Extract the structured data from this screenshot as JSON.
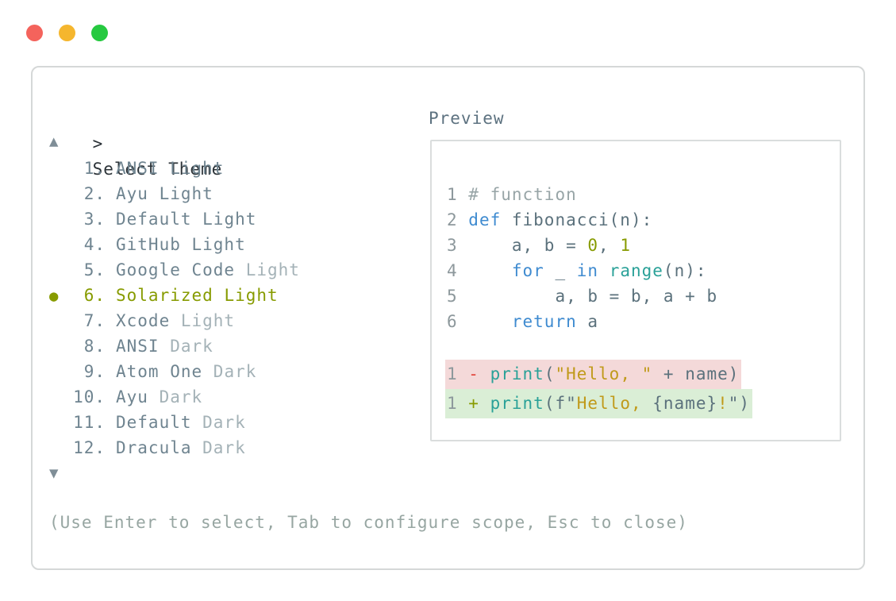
{
  "window": {
    "controls": [
      {
        "name": "close",
        "color": "#f4635c"
      },
      {
        "name": "minimize",
        "color": "#f5b62e"
      },
      {
        "name": "zoom",
        "color": "#26c940"
      }
    ]
  },
  "prompt": {
    "caret": ">",
    "title": "Select Theme"
  },
  "list": {
    "up_arrow": "▲",
    "down_arrow": "▼",
    "selected_bullet": "●",
    "items": [
      {
        "number": "1.",
        "name": "ANSI",
        "variant": "Light",
        "variant_dim": false,
        "selected": false
      },
      {
        "number": "2.",
        "name": "Ayu",
        "variant": "Light",
        "variant_dim": false,
        "selected": false
      },
      {
        "number": "3.",
        "name": "Default",
        "variant": "Light",
        "variant_dim": false,
        "selected": false
      },
      {
        "number": "4.",
        "name": "GitHub",
        "variant": "Light",
        "variant_dim": false,
        "selected": false
      },
      {
        "number": "5.",
        "name": "Google Code",
        "variant": "Light",
        "variant_dim": true,
        "selected": false
      },
      {
        "number": "6.",
        "name": "Solarized",
        "variant": "Light",
        "variant_dim": false,
        "selected": true
      },
      {
        "number": "7.",
        "name": "Xcode",
        "variant": "Light",
        "variant_dim": true,
        "selected": false
      },
      {
        "number": "8.",
        "name": "ANSI",
        "variant": "Dark",
        "variant_dim": true,
        "selected": false
      },
      {
        "number": "9.",
        "name": "Atom One",
        "variant": "Dark",
        "variant_dim": true,
        "selected": false
      },
      {
        "number": "10.",
        "name": "Ayu",
        "variant": "Dark",
        "variant_dim": true,
        "selected": false
      },
      {
        "number": "11.",
        "name": "Default",
        "variant": "Dark",
        "variant_dim": true,
        "selected": false
      },
      {
        "number": "12.",
        "name": "Dracula",
        "variant": "Dark",
        "variant_dim": true,
        "selected": false
      }
    ]
  },
  "preview": {
    "label": "Preview",
    "code_lines": [
      {
        "diff": "none",
        "tokens": [
          {
            "t": "1 ",
            "c": "ln"
          },
          {
            "t": "# function",
            "c": "comment"
          }
        ]
      },
      {
        "diff": "none",
        "tokens": [
          {
            "t": "2 ",
            "c": "ln"
          },
          {
            "t": "def",
            "c": "kw"
          },
          {
            "t": " fibonacci(n):",
            "c": "code"
          }
        ]
      },
      {
        "diff": "none",
        "tokens": [
          {
            "t": "3 ",
            "c": "ln"
          },
          {
            "t": "    a, b = ",
            "c": "code"
          },
          {
            "t": "0",
            "c": "num"
          },
          {
            "t": ", ",
            "c": "code"
          },
          {
            "t": "1",
            "c": "num"
          }
        ]
      },
      {
        "diff": "none",
        "tokens": [
          {
            "t": "4 ",
            "c": "ln"
          },
          {
            "t": "    ",
            "c": "code"
          },
          {
            "t": "for",
            "c": "kw"
          },
          {
            "t": " _ ",
            "c": "code"
          },
          {
            "t": "in",
            "c": "kw"
          },
          {
            "t": " ",
            "c": "code"
          },
          {
            "t": "range",
            "c": "fn"
          },
          {
            "t": "(n):",
            "c": "code"
          }
        ]
      },
      {
        "diff": "none",
        "tokens": [
          {
            "t": "5 ",
            "c": "ln"
          },
          {
            "t": "        a, b = b, a + b",
            "c": "code"
          }
        ]
      },
      {
        "diff": "none",
        "tokens": [
          {
            "t": "6 ",
            "c": "ln"
          },
          {
            "t": "    ",
            "c": "code"
          },
          {
            "t": "return",
            "c": "kw"
          },
          {
            "t": " a",
            "c": "code"
          }
        ]
      },
      {
        "diff": "none",
        "tokens": []
      },
      {
        "diff": "removed",
        "tokens": [
          {
            "t": "1 ",
            "c": "ln"
          },
          {
            "t": "- ",
            "c": "red"
          },
          {
            "t": "print",
            "c": "fn"
          },
          {
            "t": "(",
            "c": "code"
          },
          {
            "t": "\"Hello, \"",
            "c": "str"
          },
          {
            "t": " + name)",
            "c": "code"
          }
        ]
      },
      {
        "diff": "added",
        "tokens": [
          {
            "t": "1 ",
            "c": "ln"
          },
          {
            "t": "+ ",
            "c": "plus"
          },
          {
            "t": "print",
            "c": "fn"
          },
          {
            "t": "(f\"",
            "c": "code"
          },
          {
            "t": "Hello, ",
            "c": "str"
          },
          {
            "t": "{name}",
            "c": "code"
          },
          {
            "t": "!",
            "c": "str"
          },
          {
            "t": "\")",
            "c": "code"
          }
        ]
      }
    ]
  },
  "help": {
    "text": "(Use Enter to select, Tab to configure scope, Esc to close)"
  },
  "colors": {
    "accent_selected": "#879b00",
    "keyword_blue": "#3f8bd0",
    "function_teal": "#2aa198",
    "string_gold": "#c09a1a",
    "removed_red": "#e2453b",
    "diff_removed_bg": "#f4d9d9",
    "diff_added_bg": "#daeed6",
    "panel_border": "#d5d8d8"
  }
}
